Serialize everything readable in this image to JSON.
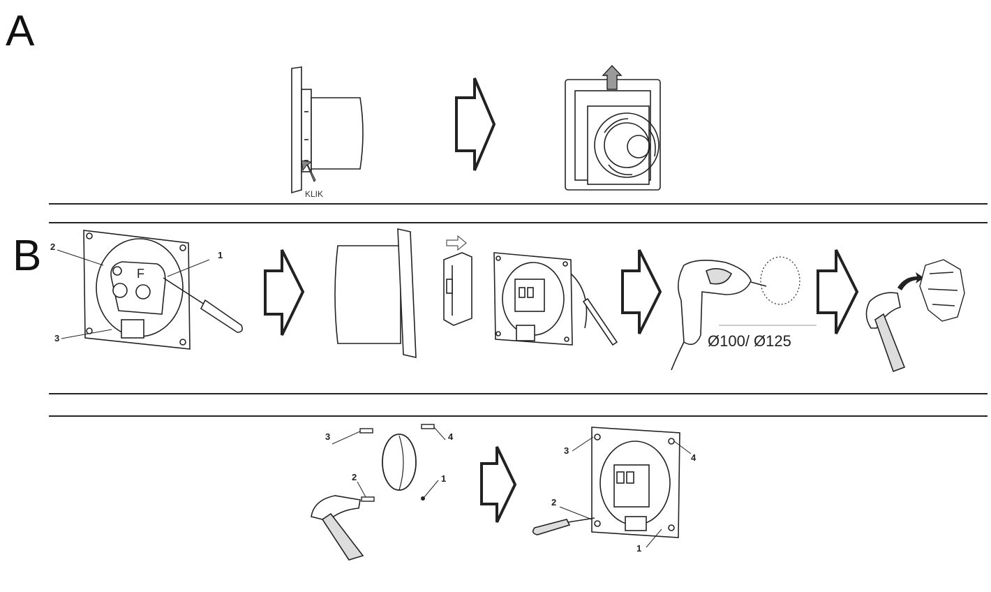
{
  "sections": {
    "a": {
      "letter": "A"
    },
    "b": {
      "letter": "B"
    }
  },
  "labels": {
    "klik": "KLIK",
    "diameter": "Ø100/ Ø125",
    "fan_back_letter": "F"
  },
  "callouts": {
    "row_b_fan": [
      "1",
      "2",
      "3"
    ],
    "row_c_parts": [
      "1",
      "2",
      "3",
      "4"
    ],
    "row_c_fan": [
      "1",
      "2",
      "3",
      "4"
    ]
  },
  "colors": {
    "line": "#222222",
    "fill_arrow_up": "#9a9a9a",
    "background": "#ffffff"
  }
}
